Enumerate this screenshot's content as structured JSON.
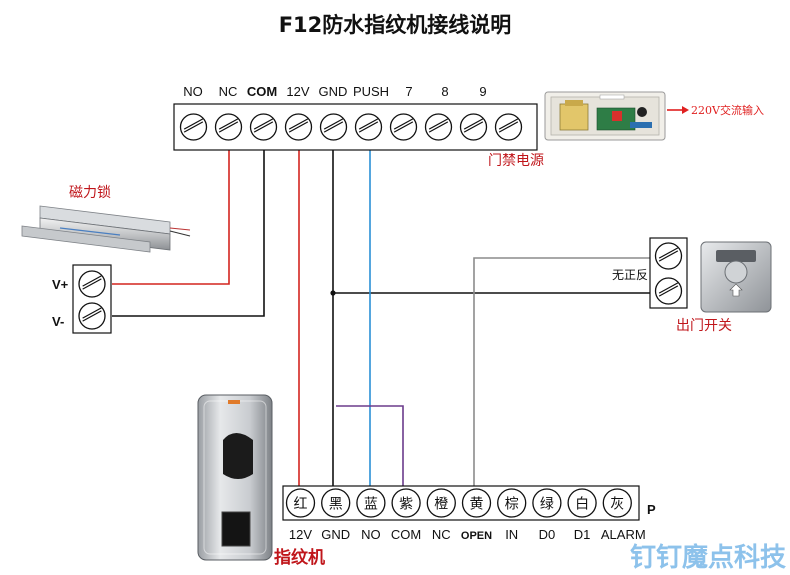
{
  "title": "F12防水指纹机接线说明",
  "power_terminal_labels": [
    "NO",
    "NC",
    "COM",
    "12V",
    "GND",
    "PUSH",
    "7",
    "8",
    "9"
  ],
  "power_supply_label": "门禁电源",
  "mains_input_label": "220V交流输入",
  "magnetic_lock_label": "磁力锁",
  "lock_terminals": [
    "V+",
    "V-"
  ],
  "exit_button_label": "出门开关",
  "exit_button_note": "无正反",
  "reader_label": "指纹机",
  "reader_colors": [
    "红",
    "黑",
    "蓝",
    "紫",
    "橙",
    "黄",
    "棕",
    "绿",
    "白",
    "灰"
  ],
  "reader_signals": [
    "12V",
    "GND",
    "NO",
    "COM",
    "NC",
    "OPEN",
    "IN",
    "D0",
    "D1",
    "ALARM"
  ],
  "reader_block_tag": "P",
  "watermark": "钉钉魔点科技",
  "wire_colors": {
    "nc_to_lock": "#d4251f",
    "v12": "#d4251f",
    "gnd": "#111111",
    "push": "#2a8fd6",
    "com_bridge": "#6b3b8c",
    "open": "#8c8c8c"
  }
}
